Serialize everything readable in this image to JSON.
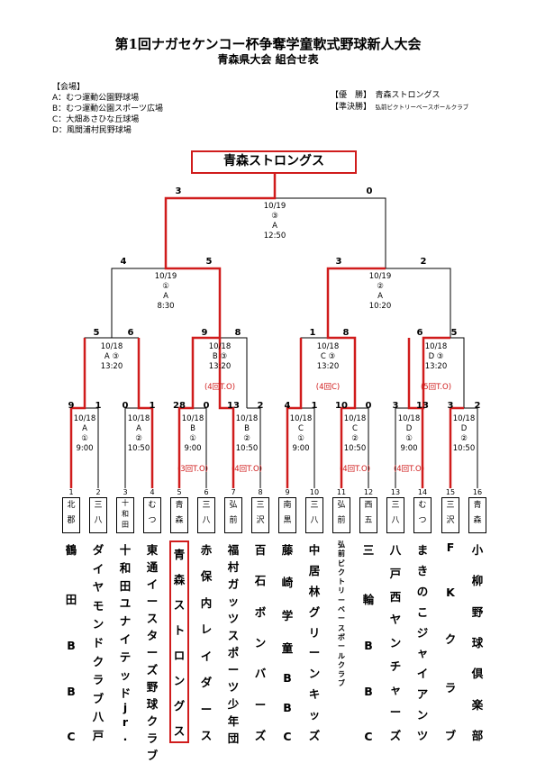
{
  "header": {
    "title": "第1回ナガセケンコー杯争奪学童軟式野球新人大会",
    "subtitle": "青森県大会 組合せ表"
  },
  "venues": {
    "heading": "【会場】",
    "items": [
      "A：むつ運動公園野球場",
      "B：むつ運動公園スポーツ広場",
      "C：大畑あさひな丘球場",
      "D：風間浦村民野球場"
    ]
  },
  "results": {
    "champion_label": "【優　勝】",
    "champion": "青森ストロングス",
    "runnerup_label": "【準決勝】",
    "runnerup": "弘前ビクトリーベースボールクラブ"
  },
  "winner": "青森ストロングス",
  "final": {
    "date": "10/19",
    "game": "③",
    "venue": "A",
    "time": "12:50",
    "score_left": "3",
    "score_right": "0"
  },
  "semis": [
    {
      "date": "10/19",
      "game": "①",
      "venue": "A",
      "time": "8:30",
      "score_left": "4",
      "score_right": "5"
    },
    {
      "date": "10/19",
      "game": "②",
      "venue": "A",
      "time": "10:20",
      "score_left": "3",
      "score_right": "2"
    }
  ],
  "round2": [
    {
      "date": "10/18",
      "game": "A ③",
      "time": "13:20",
      "score_left": "5",
      "score_right": "6",
      "note": ""
    },
    {
      "date": "10/18",
      "game": "B ③",
      "time": "13:20",
      "score_left": "9",
      "score_right": "8",
      "note": "(4回T.O)"
    },
    {
      "date": "10/18",
      "game": "C ③",
      "time": "13:20",
      "score_left": "1",
      "score_right": "8",
      "note": "(4回C)"
    },
    {
      "date": "10/18",
      "game": "D ③",
      "time": "13:20",
      "score_left": "6",
      "score_right": "5",
      "note": "(5回T.O)"
    }
  ],
  "round1": [
    {
      "date": "10/18",
      "venue": "A",
      "game": "①",
      "time": "9:00",
      "score_left": "9",
      "score_right": "1",
      "note": ""
    },
    {
      "date": "10/18",
      "venue": "A",
      "game": "②",
      "time": "10:50",
      "score_left": "0",
      "score_right": "1",
      "note": ""
    },
    {
      "date": "10/18",
      "venue": "B",
      "game": "①",
      "time": "9:00",
      "score_left": "28",
      "score_right": "0",
      "note": "(3回T.O)"
    },
    {
      "date": "10/18",
      "venue": "B",
      "game": "②",
      "time": "10:50",
      "score_left": "13",
      "score_right": "2",
      "note": "(4回T.O)"
    },
    {
      "date": "10/18",
      "venue": "C",
      "game": "①",
      "time": "9:00",
      "score_left": "4",
      "score_right": "1",
      "note": ""
    },
    {
      "date": "10/18",
      "venue": "C",
      "game": "②",
      "time": "10:50",
      "score_left": "10",
      "score_right": "0",
      "note": "(4回T.O)"
    },
    {
      "date": "10/18",
      "venue": "D",
      "game": "①",
      "time": "9:00",
      "score_left": "3",
      "score_right": "13",
      "note": "(4回T.O)"
    },
    {
      "date": "10/18",
      "venue": "D",
      "game": "②",
      "time": "10:50",
      "score_left": "3",
      "score_right": "2",
      "note": ""
    }
  ],
  "teams": [
    {
      "num": "1",
      "region": "北郡",
      "name": "鶴田BBC"
    },
    {
      "num": "2",
      "region": "三八",
      "name": "ダイヤモンドクラブ八戸"
    },
    {
      "num": "3",
      "region": "十和田",
      "name": "十和田ユナイテッドjr."
    },
    {
      "num": "4",
      "region": "むつ",
      "name": "東通イースターズ野球クラブ"
    },
    {
      "num": "5",
      "region": "青森",
      "name": "青森ストロングス"
    },
    {
      "num": "6",
      "region": "三八",
      "name": "赤保内レイダース"
    },
    {
      "num": "7",
      "region": "弘前",
      "name": "福村ガッツスポーツ少年団"
    },
    {
      "num": "8",
      "region": "三沢",
      "name": "百石ボンバーズ"
    },
    {
      "num": "9",
      "region": "南黒",
      "name": "藤崎学童BBC"
    },
    {
      "num": "10",
      "region": "三八",
      "name": "中居林グリーンキッズ"
    },
    {
      "num": "11",
      "region": "弘前",
      "name": "弘前ビクトリーベースボールクラブ"
    },
    {
      "num": "12",
      "region": "西五",
      "name": "三輪BBC"
    },
    {
      "num": "13",
      "region": "三八",
      "name": "八戸西ヤンチャーズ"
    },
    {
      "num": "14",
      "region": "むつ",
      "name": "まきのこジャイアンツ"
    },
    {
      "num": "15",
      "region": "三沢",
      "name": "FKクラブ"
    },
    {
      "num": "16",
      "region": "青森",
      "name": "小柳野球倶楽部"
    }
  ],
  "colors": {
    "winner_line": "#d01c1c",
    "line": "#000000"
  }
}
